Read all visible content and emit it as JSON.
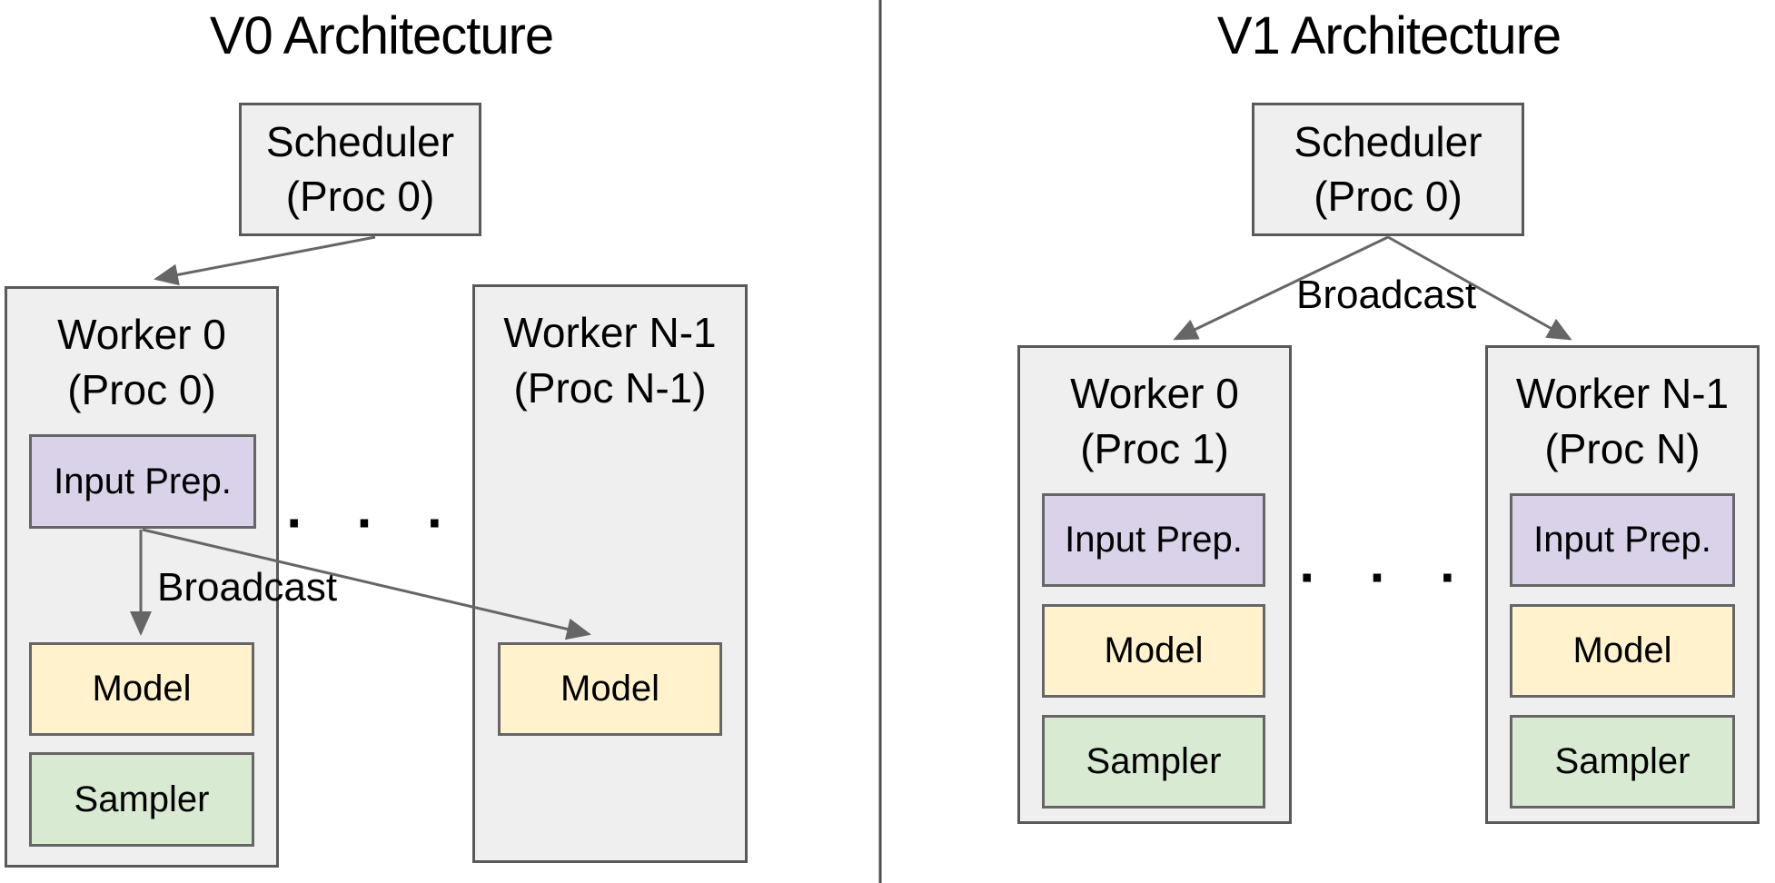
{
  "colors": {
    "box_fill": "#efefef",
    "box_border": "#595959",
    "input_prep_fill": "#d9d2e9",
    "model_fill": "#fff2cc",
    "sampler_fill": "#d9ead3",
    "arrow": "#666666",
    "divider": "#4d4d4d",
    "text": "#000000"
  },
  "left": {
    "title": "V0 Architecture",
    "scheduler": {
      "line1": "Scheduler",
      "line2": "(Proc 0)"
    },
    "broadcast_label": "Broadcast",
    "ellipsis": ". . .",
    "worker0": {
      "line1": "Worker 0",
      "line2": "(Proc 0)",
      "input_prep": "Input Prep.",
      "model": "Model",
      "sampler": "Sampler"
    },
    "workerN": {
      "line1": "Worker N-1",
      "line2": "(Proc N-1)",
      "model": "Model"
    }
  },
  "right": {
    "title": "V1 Architecture",
    "scheduler": {
      "line1": "Scheduler",
      "line2": "(Proc 0)"
    },
    "broadcast_label": "Broadcast",
    "ellipsis": ". . .",
    "worker0": {
      "line1": "Worker 0",
      "line2": "(Proc 1)",
      "input_prep": "Input Prep.",
      "model": "Model",
      "sampler": "Sampler"
    },
    "workerN": {
      "line1": "Worker N-1",
      "line2": "(Proc N)",
      "input_prep": "Input Prep.",
      "model": "Model",
      "sampler": "Sampler"
    }
  }
}
